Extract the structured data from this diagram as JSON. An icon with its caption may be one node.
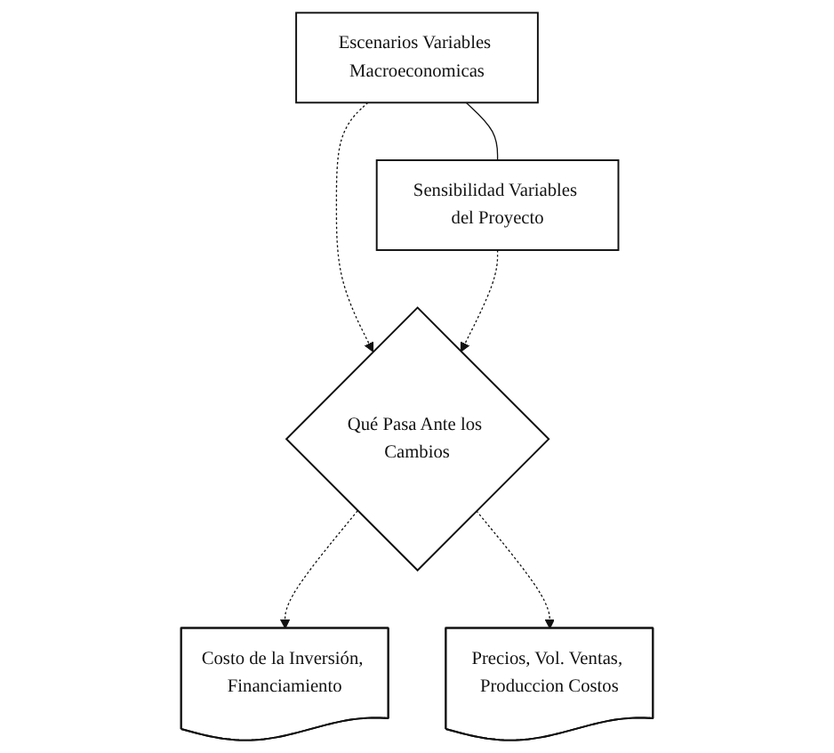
{
  "diagram": {
    "nodes": [
      {
        "text": [
          "Escenarios Variables Macroeconomicas"
        ]
      },
      {
        "text": [
          "Sensibilidad Variables del Proyecto"
        ]
      },
      {
        "text": [
          "Qué Pasa Ante los Cambios"
        ]
      },
      {
        "text": [
          "Costo de la Inversión, Financiamiento"
        ]
      },
      {
        "text": [
          "Precios, Vol. Ventas, Produccion Costos"
        ]
      }
    ],
    "edges": [
      {
        "from": 0,
        "to": 1,
        "arrow": "none"
      },
      {
        "from": 0,
        "to": 2,
        "arrow": "to",
        "style": "dashed"
      },
      {
        "from": 1,
        "to": 2,
        "arrow": "to",
        "style": "dashed"
      },
      {
        "from": 2,
        "to": 3,
        "arrow": "to",
        "style": "dashed"
      },
      {
        "from": 2,
        "to": 4,
        "arrow": "to",
        "style": "dashed"
      }
    ]
  }
}
